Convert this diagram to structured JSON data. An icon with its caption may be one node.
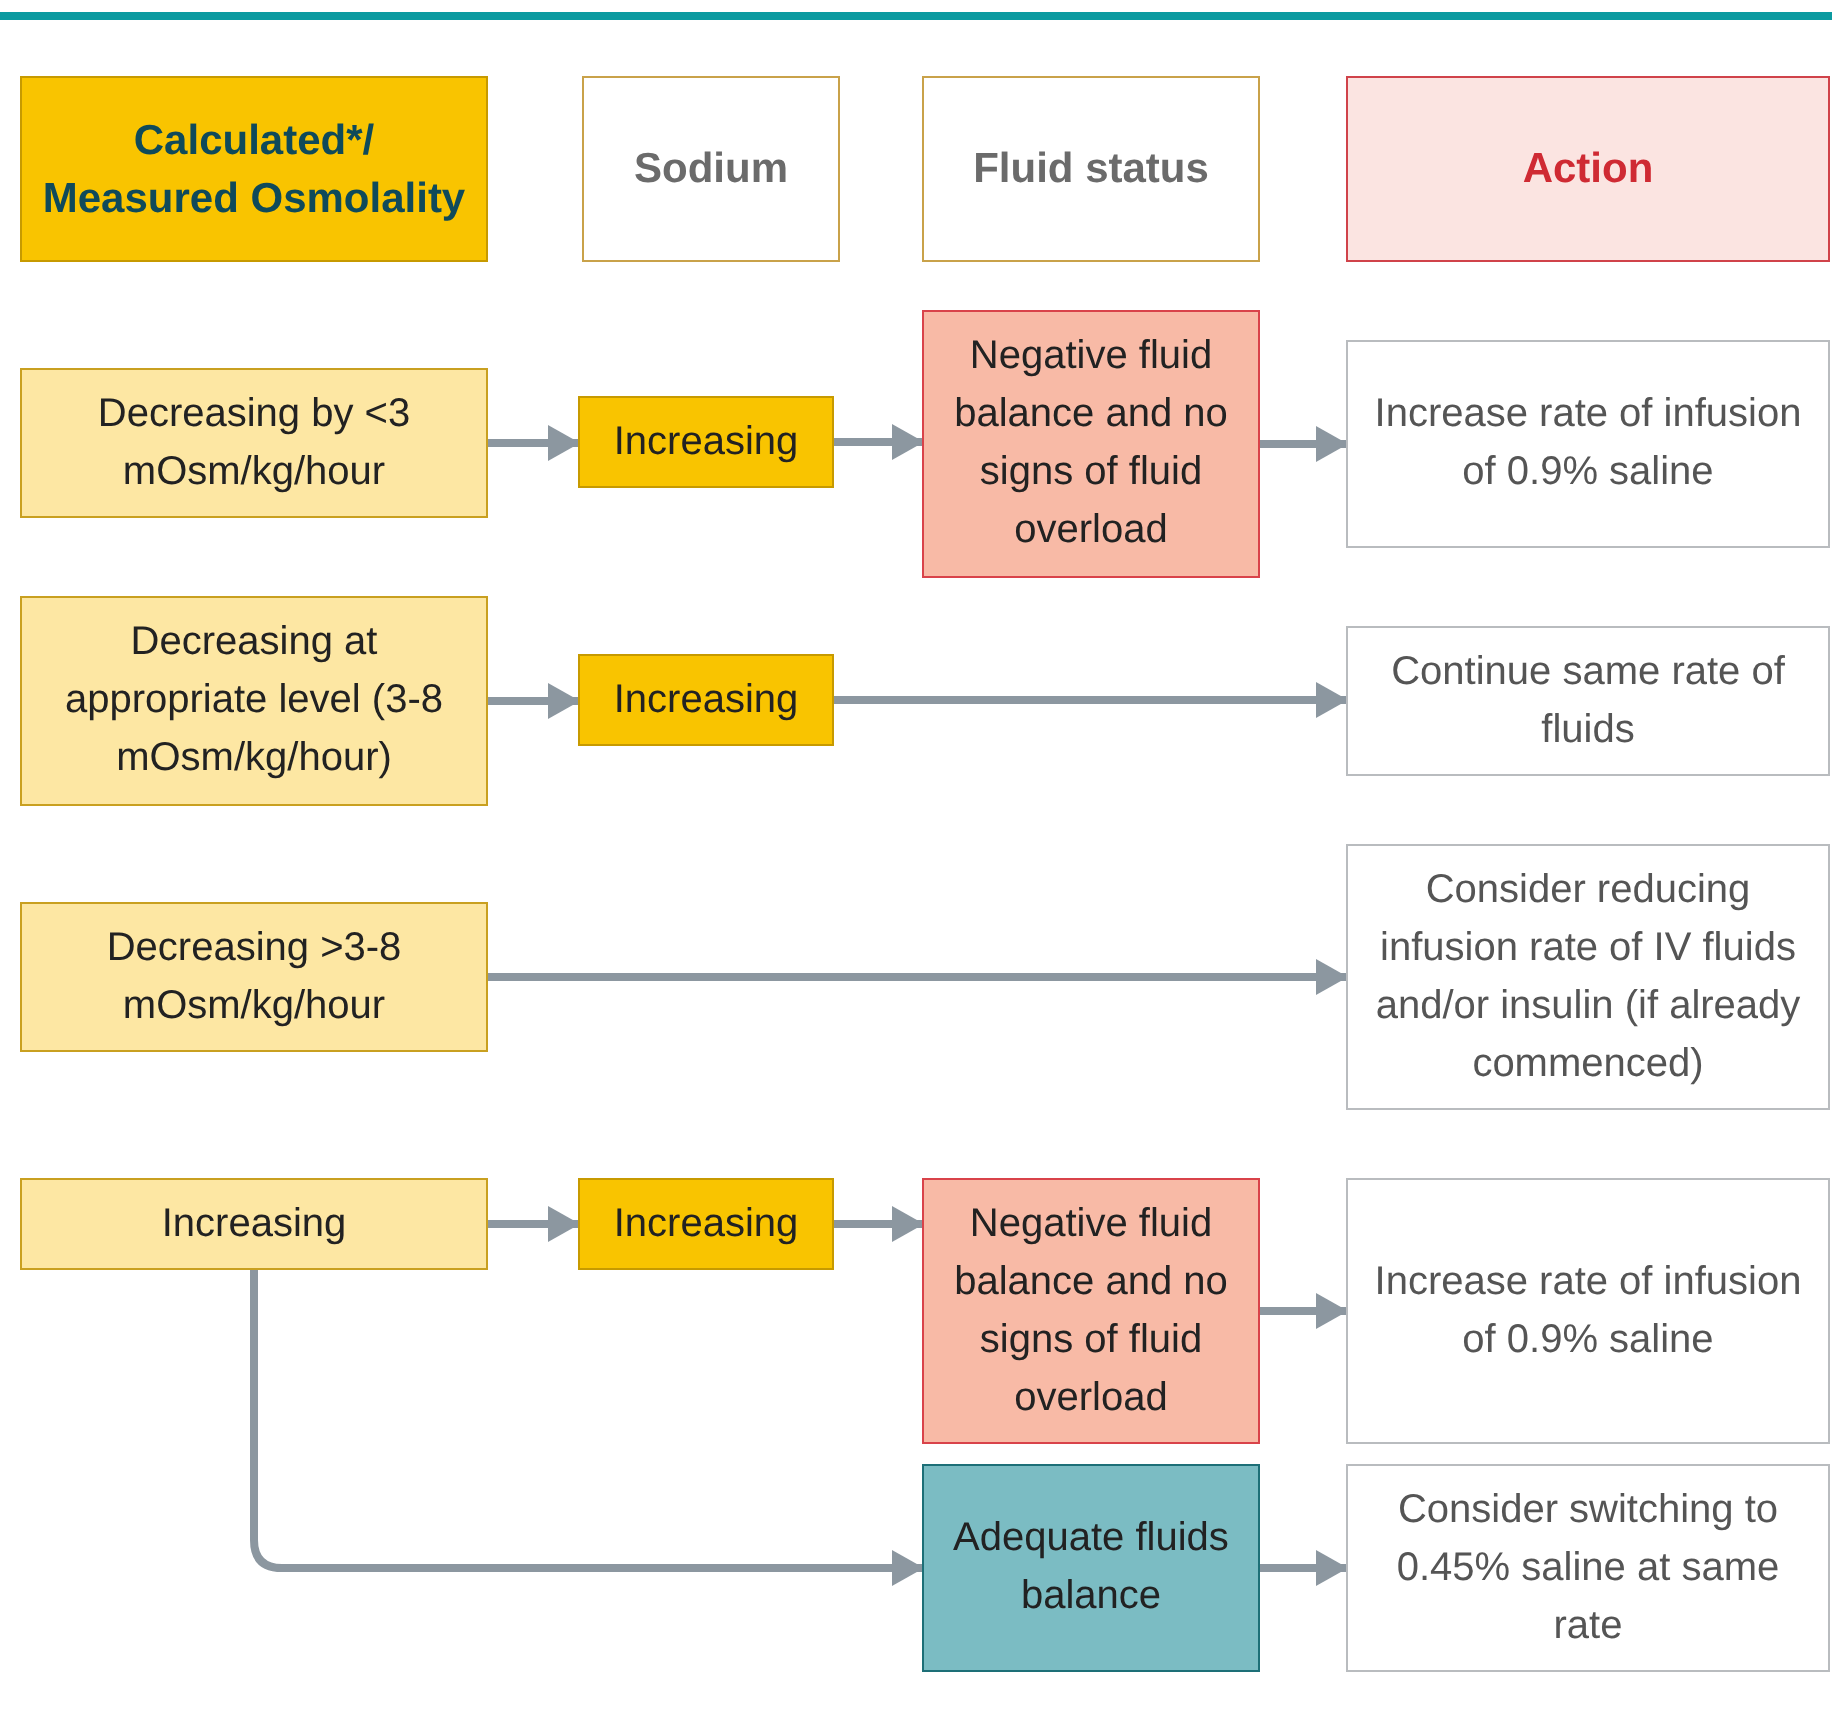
{
  "diagram": {
    "nodes": [
      {
        "text": [
          "Calculated*/ Measured Osmolality"
        ]
      },
      {
        "text": [
          "Sodium"
        ]
      },
      {
        "text": [
          "Fluid status"
        ]
      },
      {
        "text": [
          "Action"
        ]
      },
      {
        "text": [
          "Decreasing by <3 mOsm/kg/hour"
        ]
      },
      {
        "text": [
          "Increasing"
        ]
      },
      {
        "text": [
          "Negative fluid balance and no signs of fluid overload"
        ]
      },
      {
        "text": [
          "Increase rate of infusion of 0.9% saline"
        ]
      },
      {
        "text": [
          "Decreasing at appropriate level (3-8 mOsm/kg/hour)"
        ]
      },
      {
        "text": [
          "Increasing"
        ]
      },
      {
        "text": [
          "Continue same rate of fluids"
        ]
      },
      {
        "text": [
          "Decreasing >3-8 mOsm/kg/hour"
        ]
      },
      {
        "text": [
          "Consider reducing infusion rate of IV fluids and/or insulin (if already commenced)"
        ]
      },
      {
        "text": [
          "Increasing"
        ]
      },
      {
        "text": [
          "Increasing"
        ]
      },
      {
        "text": [
          "Negative fluid balance and no signs of fluid overload"
        ]
      },
      {
        "text": [
          "Increase rate of infusion of 0.9% saline"
        ]
      },
      {
        "text": [
          "Adequate fluids balance"
        ]
      },
      {
        "text": [
          "Consider switching to 0.45% saline at same rate"
        ]
      }
    ],
    "edges": [
      {
        "from": 4,
        "to": 5,
        "arrow": "to"
      },
      {
        "from": 5,
        "to": 6,
        "arrow": "to"
      },
      {
        "from": 6,
        "to": 7,
        "arrow": "to"
      },
      {
        "from": 8,
        "to": 9,
        "arrow": "to"
      },
      {
        "from": 9,
        "to": 10,
        "arrow": "to"
      },
      {
        "from": 11,
        "to": 12,
        "arrow": "to"
      },
      {
        "from": 13,
        "to": 14,
        "arrow": "to"
      },
      {
        "from": 14,
        "to": 15,
        "arrow": "to"
      },
      {
        "from": 15,
        "to": 16,
        "arrow": "to"
      },
      {
        "from": 13,
        "to": 17,
        "arrow": "to"
      },
      {
        "from": 17,
        "to": 18,
        "arrow": "to"
      }
    ]
  }
}
